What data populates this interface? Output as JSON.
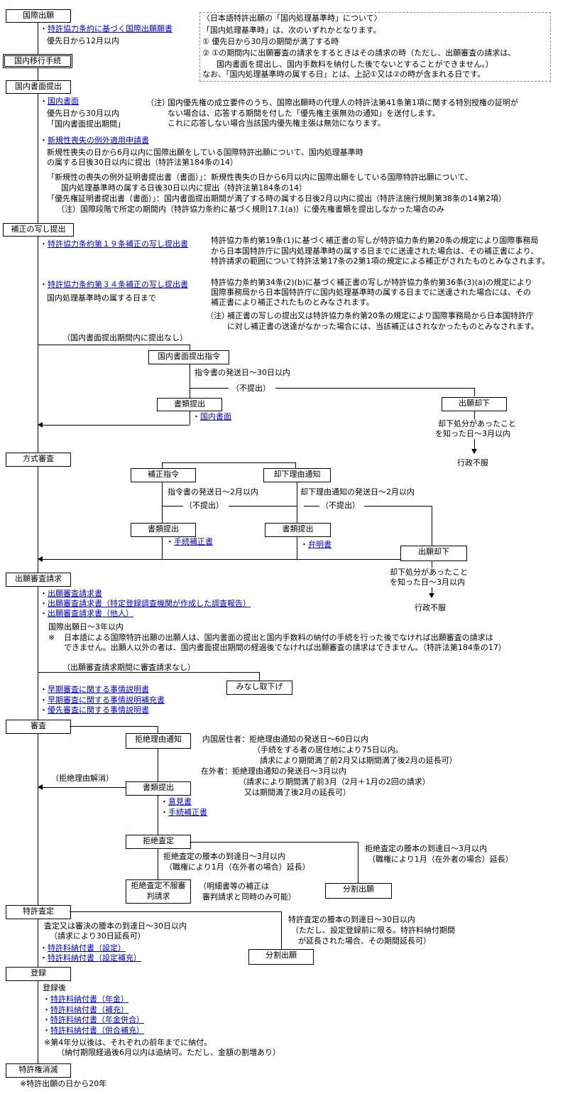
{
  "steps": {
    "kokusai_shutsugan": "国際出願",
    "kokunai_ikou": "国内移行手続",
    "kokunai_shomen": "国内書面提出",
    "hosei_utsushi": "補正の写し提出",
    "houshiki_shinsa": "方式審査",
    "shinsa_seikyu": "出願審査請求",
    "shinsa": "審査",
    "tokkyo_satei": "特許査定",
    "touroku": "登録",
    "shoumetsu": "特許権消滅"
  },
  "intro": {
    "pct_link": "特許協力条約に基づく国際出願願書",
    "pct_deadline": "優先日から12月以内"
  },
  "note_box": {
    "line1": "〈日本語特許出願の「国内処理基準時」について〉",
    "line2": "「国内処理基準時」は、次のいずれかとなります。",
    "line3": "① 優先日から30月の期間が満了する時",
    "line4": "② ①の期間内に出願審査の請求をするときはその請求の時（ただし、出願審査の請求は、",
    "line5": "国内書面を提出し、国内手数料を納付した後でないとすることができません。）",
    "line6": "なお、「国内処理基準時の属する日」とは、上記①又は②の時が含まれる日です。"
  },
  "kokunai": {
    "link1": "国内書面",
    "deadline1": "優先日から30月以内",
    "deadline1b": "「国内書面提出期間」",
    "note_label": "（注）",
    "note1": "国内優先権の成立要件のうち、国際出願時の代理人の特許法第41条第1項に関する特別授権の証明が",
    "note2": "ない場合は、応答する期間を付した「優先権主張無効の通知」を送付します。",
    "note3": "これに応答しない場合当該国内優先権主張は無効になります。",
    "link2": "新規性喪失の例外適用申請書",
    "exc1": "新規性喪失の日から6月以内に国際出願をしている国際特許出願について、国内処理基準時",
    "exc2": "の属する日後30日以内に提出（特許法第184条の14）",
    "cert1": "「新規性の喪失の例外証明書提出書（書面）」：新規性喪失の日から6月以内に国際出願をしている国際特許出願について、",
    "cert2": "国内処理基準時の属する日後30日以内に提出（特許法第184条の14）",
    "cert3": "「優先権証明書提出書（書面）」：国内書面提出期間が満了する時の属する日後2月以内に提出（特許法施行規則第38条の14第2項）",
    "cert4": "（注）国際段階で所定の期間内（特許協力条約に基づく規則17.1(a)）に優先権書類を提出しなかった場合のみ"
  },
  "hosei": {
    "link19": "特許協力条約第１９条補正の写し提出書",
    "t19_1": "特許協力条約第19条(1)に基づく補正書の写しが特許協力条約第20条の規定により国際事務局",
    "t19_2": "から日本国特許庁に国内処理基準時の属する日までに送達された場合は、その補正書により、",
    "t19_3": "特許請求の範囲について特許法第17条の2第1項の規定による補正がされたものとみなされます。",
    "link34": "特許協力条約第３４条補正の写し提出書",
    "deadline34": "国内処理基準時の属する日まで",
    "t34_1": "特許協力条約第34条(2)(b)に基づく補正書の写しが特許協力条約第36条(3)(a)の規定により",
    "t34_2": "国際事務局から日本国特許庁に国内処理基準時の属する日までに送達された場合には、その",
    "t34_3": "補正書により補正されたものとみなされます。",
    "note_label": "（注）",
    "note1": "補正書の写しの提出又は特許協力条約第20条の規定により国際事務局から日本国特許庁",
    "note2": "に対し補正書の送達がなかった場合には、当該補正はされなかったものとみなされます。"
  },
  "shomen_flow": {
    "no_submit": "（国内書面提出期間内に提出なし）",
    "order": "国内書面提出指令",
    "order_deadline": "指令書の発送日～30日以内",
    "not_submitted": "（不提出）",
    "doc_submit": "書類提出",
    "doc_link": "国内書面",
    "reject": "出願却下",
    "appeal1": "却下処分があったこと",
    "appeal2": "を知った日～3月以内",
    "gyosei": "行政不服"
  },
  "houshiki_flow": {
    "hosei_order": "補正指令",
    "kyakka_riyu": "却下理由通知",
    "deadline_a": "指令書の発送日～2月以内",
    "deadline_b": "却下理由通知の発送日～2月以内",
    "not_submitted": "（不提出）",
    "doc_submit": "書類提出",
    "link_a": "手続補正書",
    "link_b": "弁明書",
    "reject": "出願却下",
    "appeal1": "却下処分があったこと",
    "appeal2": "を知った日～3月以内",
    "gyosei": "行政不服"
  },
  "seikyu": {
    "link1": "出願審査請求書",
    "link2": "出願審査請求書（特定登録調査機関が作成した調査報告）",
    "link3": "出願審査請求書（他人）",
    "deadline": "国際出願日～3年以内",
    "mark": "※",
    "note1": "日本語による国際特許出願の出願人は、国内書面の提出と国内手数料の納付の手続を行った後でなければ出願審査の請求は",
    "note2": "できません。出願人以外の者は、国内書面提出期間の経過後でなければ出願審査の請求はできません。（特許法第184条の17）",
    "no_request": "（出願審査請求期間に審査請求なし）",
    "minashi": "みなし取下げ",
    "link4": "早期審査に関する事情説明書",
    "link5": "早期審査に関する事情説明補充書",
    "link6": "優先審査に関する事情説明書"
  },
  "shinsa_flow": {
    "kyozetsu_riyu": "拒絶理由通知",
    "dom1": "内国居住者：拒絶理由通知の発送日～60日以内",
    "dom2": "（手続をする者の居住地により75日以内。",
    "dom3": "請求により期間満了前2月又は期間満了後2月の延長可）",
    "for1": "在外者：拒絶理由通知の発送日～3月以内",
    "for2": "（請求により期間満了前3月（2月＋1月の2回の請求）",
    "for3": "又は期間満了後2月の延長可）",
    "resolved": "（拒絶理由解消）",
    "doc_submit": "書類提出",
    "link1": "意見書",
    "link2": "手続補正書",
    "kyozetsu_satei": "拒絶査定",
    "satei_deadline1": "拒絶査定の謄本の到達日～3月以内",
    "satei_deadline2": "（職権により1月（在外者の場合）延長）",
    "satei_deadline3": "拒絶査定の謄本の到達日～3月以内",
    "satei_deadline4": "（職権により1月（在外者の場合）延長）",
    "fufuku1": "拒絶査定不服審",
    "fufuku2": "判請求",
    "meisai1": "（明細書等の補正は",
    "meisai2": "審判請求と同時のみ可能）",
    "bunkatsu": "分割出願"
  },
  "satei_flow": {
    "deadline1": "査定又は審決の謄本の到達日～30日以内",
    "deadline2": "（請求により30日延長可）",
    "link1": "特許料納付書（設定）",
    "link2": "特許料納付書（設定補充）",
    "right1": "特許査定の謄本の到達日～30日以内",
    "right2": "（ただし、設定登録前に限る。特許料納付期間",
    "right3": "が延長された場合、その期間延長可）",
    "bunkatsu": "分割出願"
  },
  "touroku_flow": {
    "after": "登録後",
    "link1": "特許料納付書（年金）",
    "link2": "特許料納付書（補充）",
    "link3": "特許料納付書（年金併合）",
    "link4": "特許料納付書（併合補充）",
    "note1": "※第4年分以後は、それぞれの前年までに納付。",
    "note2": "（納付期限経過後6月以内は追納可。ただし、金額の割増あり）"
  },
  "end": {
    "note": "※特許出願の日から20年"
  },
  "bullet": "・"
}
